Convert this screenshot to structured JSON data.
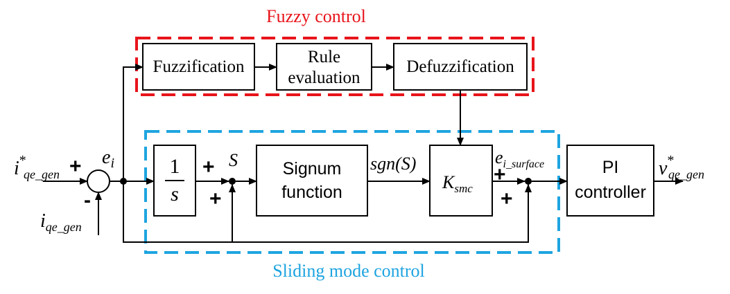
{
  "colors": {
    "fuzzy_border": "#e8141b",
    "sliding_border": "#1ea4e0",
    "line": "#000000"
  },
  "groups": {
    "fuzzy_title": "Fuzzy control",
    "sliding_title": "Sliding mode control"
  },
  "blocks": {
    "fuzzification": "Fuzzification",
    "rule_line1": "Rule",
    "rule_line2": "evaluation",
    "defuzzification": "Defuzzification",
    "integrator_num": "1",
    "integrator_den": "s",
    "signum_line1": "Signum",
    "signum_line2": "function",
    "ksmc_base": "K",
    "ksmc_sub": "smc",
    "pi_line1": "PI",
    "pi_line2": "controller"
  },
  "signals": {
    "iqe_ref_base": "i",
    "iqe_ref_star": "*",
    "iqe_ref_sub": "qe_gen",
    "iqe_fb_base": "i",
    "iqe_fb_sub": "qe_gen",
    "ei_base": "e",
    "ei_sub": "i",
    "s_label": "S",
    "sgn_label": "sgn(S)",
    "ei_surface_base": "e",
    "ei_surface_sub": "i_surface",
    "vqe_base": "v",
    "vqe_star": "*",
    "vqe_sub": "qe_gen"
  },
  "signs": {
    "sum1_plus": "+",
    "sum1_minus": "-",
    "sum2_plus_top": "+",
    "sum2_plus_bottom": "+",
    "sum3_plus_top": "+",
    "sum3_plus_bottom": "+"
  }
}
